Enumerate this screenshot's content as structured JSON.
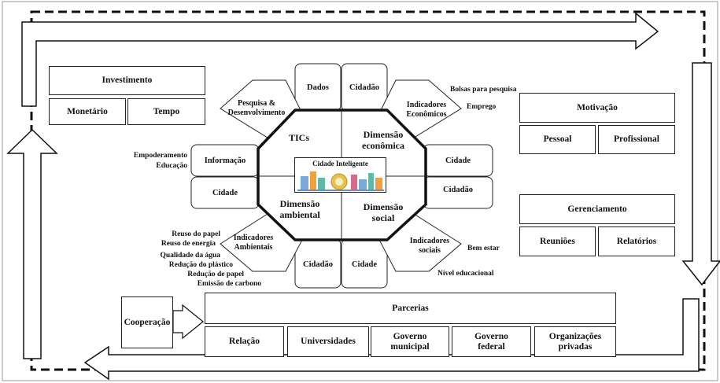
{
  "center": {
    "title": "Cidade Inteligente"
  },
  "quadrants": {
    "tics": "TICs",
    "economica": "Dimensão\neconômica",
    "ambiental": "Dimensão\nambiental",
    "social": "Dimensão\nsocial"
  },
  "petals": {
    "dados": "Dados",
    "cidadao_top": "Cidadão",
    "pesquisa": "Pesquisa &\nDesenvolvimento",
    "indicadores_economicos": "Indicadores\nEconômicos",
    "informacao": "Informação",
    "cidade_left": "Cidade",
    "cidade_right": "Cidade",
    "cidadao_right": "Cidadão",
    "indicadores_ambientais": "Indicadores\nAmbientais",
    "indicadores_sociais": "Indicadores\nsociais",
    "cidadao_bottom": "Cidadão",
    "cidade_bottom": "Cidade"
  },
  "labels": {
    "bolsas": "Bolsas para pesquisa",
    "emprego": "Emprego",
    "empoderamento": "Empoderamento",
    "educacao": "Educação",
    "bem_estar": "Bem estar",
    "nivel_educacional": "Nível educacional",
    "ambientais": [
      "Reuso do papel",
      "Reuso de energia",
      "Qualidade da água",
      "Redução do plástico",
      "Redução de papel",
      "Emissão de carbono"
    ]
  },
  "investimento": {
    "title": "Investimento",
    "items": [
      "Monetário",
      "Tempo"
    ]
  },
  "motivacao": {
    "title": "Motivação",
    "items": [
      "Pessoal",
      "Profissional"
    ]
  },
  "gerenciamento": {
    "title": "Gerenciamento",
    "items": [
      "Reuniões",
      "Relatórios"
    ]
  },
  "cooperacao": "Cooperação",
  "parcerias": {
    "title": "Parcerias",
    "items": [
      "Relação",
      "Universidades",
      "Governo\nmunicipal",
      "Governo\nfederal",
      "Organizações\nprivadas"
    ]
  },
  "colors": {
    "line": "#111111",
    "background": "#ffffff"
  }
}
